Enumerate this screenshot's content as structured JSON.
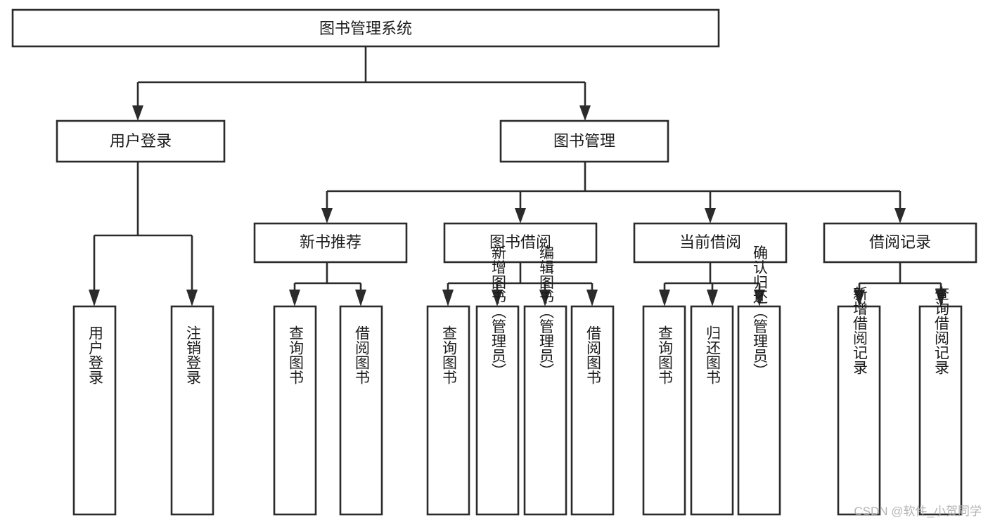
{
  "diagram": {
    "title": "图书管理系统",
    "type": "tree-hierarchy",
    "root": {
      "id": "root",
      "label": "图书管理系统"
    },
    "level1": [
      {
        "id": "user-login",
        "label": "用户登录"
      },
      {
        "id": "book-manage",
        "label": "图书管理"
      }
    ],
    "level2": [
      {
        "id": "new-book-rec",
        "label": "新书推荐",
        "parent": "book-manage"
      },
      {
        "id": "book-borrow",
        "label": "图书借阅",
        "parent": "book-manage"
      },
      {
        "id": "current-borrow",
        "label": "当前借阅",
        "parent": "book-manage"
      },
      {
        "id": "borrow-record",
        "label": "借阅记录",
        "parent": "book-manage"
      }
    ],
    "leaves": {
      "user-login": [
        {
          "id": "leaf-user-login",
          "label": "用户登录"
        },
        {
          "id": "leaf-logout-login",
          "label": "注销登录"
        }
      ],
      "new-book-rec": [
        {
          "id": "leaf-query-book-1",
          "label": "查询图书"
        },
        {
          "id": "leaf-borrow-book-1",
          "label": "借阅图书"
        }
      ],
      "book-borrow": [
        {
          "id": "leaf-query-book-2",
          "label": "查询图书"
        },
        {
          "id": "leaf-add-book",
          "label": "新增图书（管理员）"
        },
        {
          "id": "leaf-edit-book",
          "label": "编辑图书（管理员）"
        },
        {
          "id": "leaf-borrow-book-2",
          "label": "借阅图书"
        }
      ],
      "current-borrow": [
        {
          "id": "leaf-query-book-3",
          "label": "查询图书"
        },
        {
          "id": "leaf-return-book",
          "label": "归还图书"
        },
        {
          "id": "leaf-confirm-return",
          "label": "确认归还（管理员）"
        }
      ],
      "borrow-record": [
        {
          "id": "leaf-add-record",
          "label": "新增借阅记录"
        },
        {
          "id": "leaf-query-record",
          "label": "查询借阅记录"
        }
      ]
    }
  },
  "watermark": {
    "text": "CSDN @软件_小贺同学"
  },
  "colors": {
    "stroke": "#2b2b2b",
    "box_fill": "#ffffff",
    "text": "#1b1b1b",
    "watermark": "#b4b4b4",
    "background": "#ffffff"
  }
}
